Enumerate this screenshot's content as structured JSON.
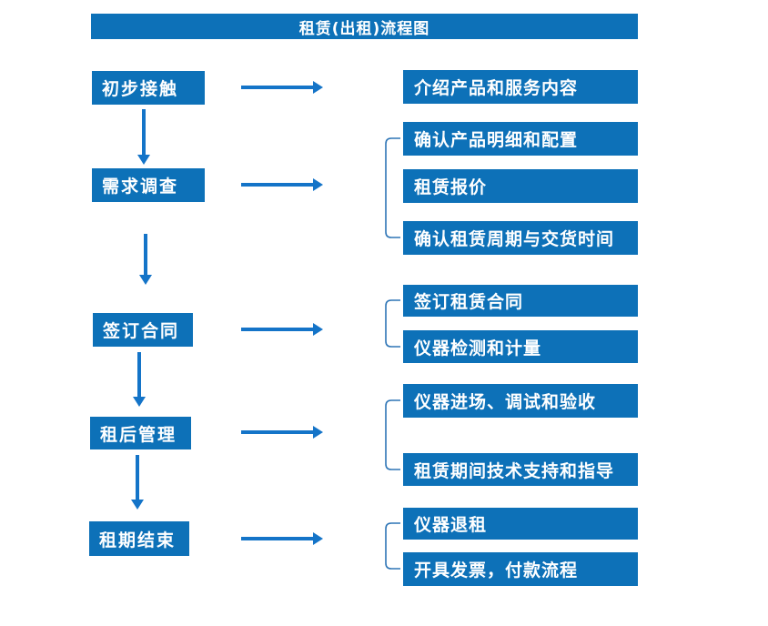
{
  "title": "租赁(出租)流程图",
  "colors": {
    "box_blue": "#0d71b8",
    "arrow_blue": "#1474c8",
    "bracket_blue": "#2e75b6",
    "text_white": "#ffffff",
    "background": "#ffffff"
  },
  "flow": [
    {
      "step": "初步接触",
      "details": [
        "介绍产品和服务内容"
      ]
    },
    {
      "step": "需求调查",
      "details": [
        "确认产品明细和配置",
        "租赁报价",
        "确认租赁周期与交货时间"
      ]
    },
    {
      "step": "签订合同",
      "details": [
        "签订租赁合同",
        "仪器检测和计量"
      ]
    },
    {
      "step": "租后管理",
      "details": [
        "仪器进场、调试和验收",
        "租赁期间技术支持和指导"
      ]
    },
    {
      "step": "租期结束",
      "details": [
        "仪器退租",
        "开具发票，付款流程"
      ]
    }
  ]
}
